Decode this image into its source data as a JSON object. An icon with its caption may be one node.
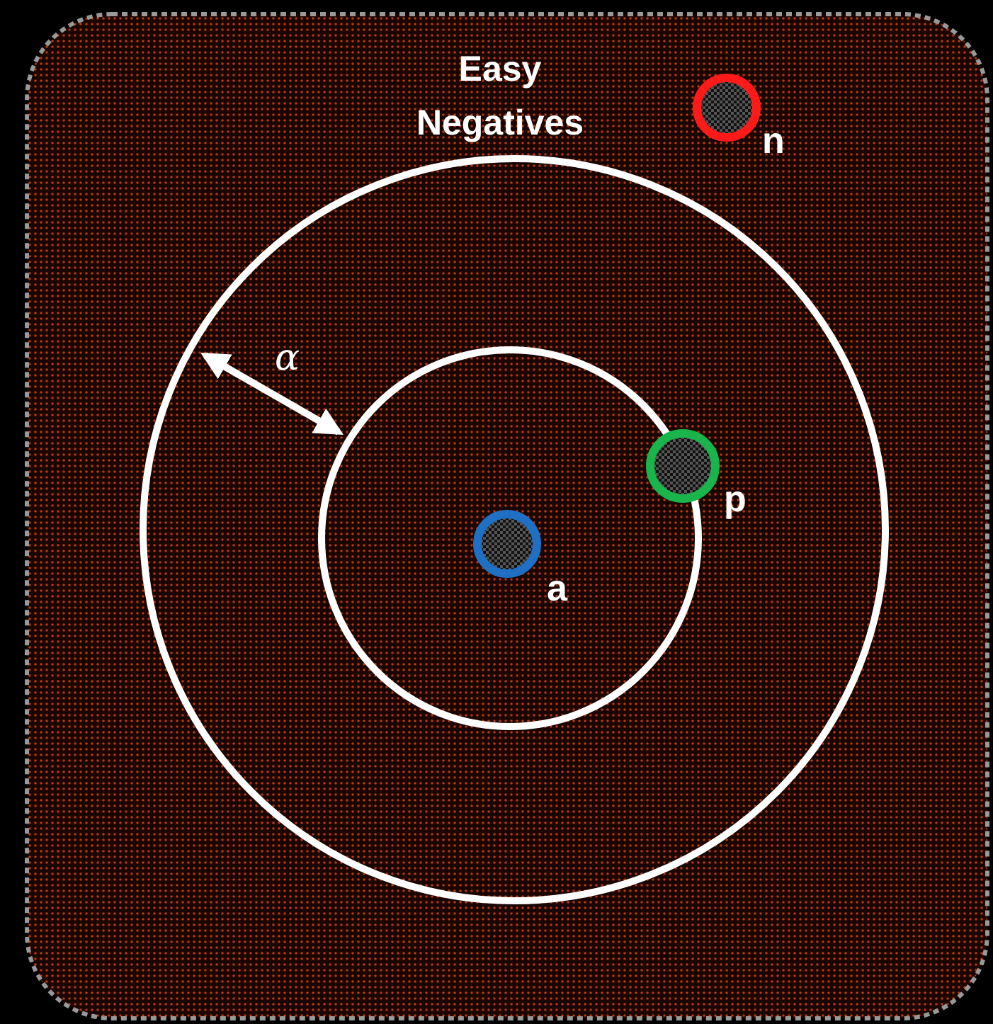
{
  "diagram": {
    "nodes": [
      {
        "text": [],
        "shape": "circle",
        "beside": [
          "n"
        ]
      },
      {
        "text": [],
        "shape": "circle",
        "beside": [
          "p"
        ]
      },
      {
        "text": [],
        "shape": "circle",
        "beside": [
          "a"
        ]
      }
    ],
    "labels": [
      "Easy Negatives",
      "α"
    ]
  }
}
